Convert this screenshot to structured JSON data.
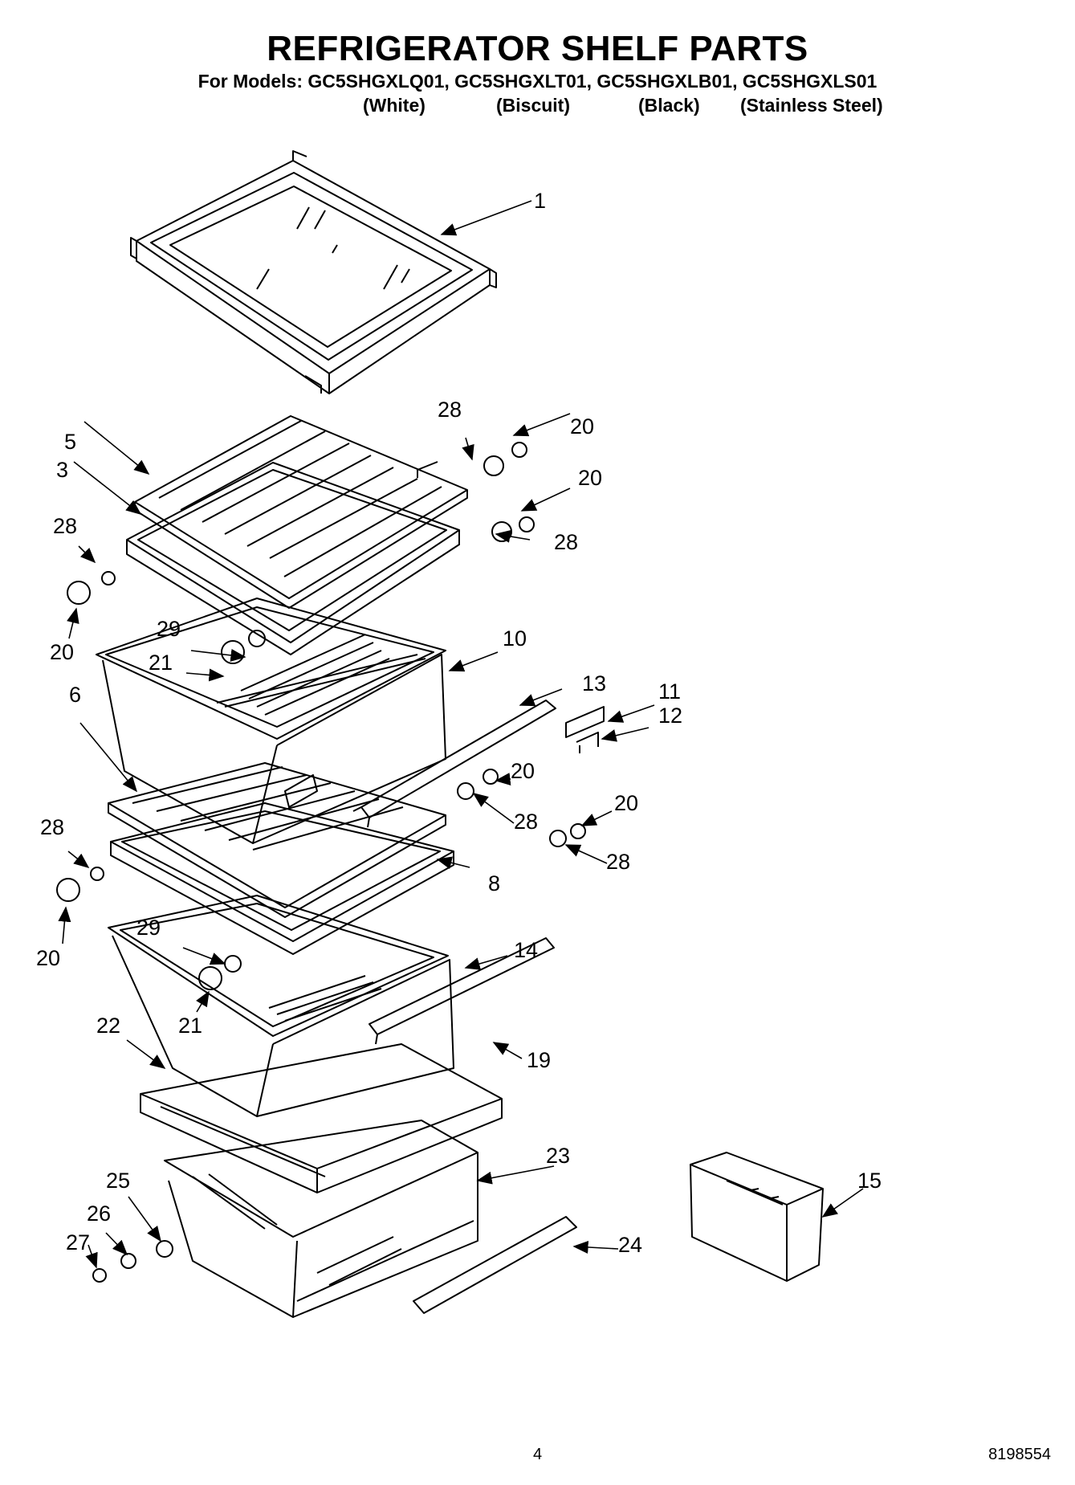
{
  "title": "REFRIGERATOR SHELF PARTS",
  "models_line": "For Models: GC5SHGXLQ01, GC5SHGXLT01, GC5SHGXLB01, GC5SHGXLS01",
  "finishes": [
    "(White)",
    "(Biscuit)",
    "(Black)",
    "(Stainless Steel)"
  ],
  "callouts": [
    "1",
    "28",
    "20",
    "5",
    "3",
    "20",
    "28",
    "28",
    "20",
    "29",
    "10",
    "21",
    "13",
    "11",
    "12",
    "6",
    "20",
    "20",
    "28",
    "28",
    "28",
    "8",
    "20",
    "29",
    "14",
    "21",
    "22",
    "19",
    "23",
    "15",
    "25",
    "26",
    "24",
    "27"
  ],
  "page_number": "4",
  "document_number": "8198554"
}
